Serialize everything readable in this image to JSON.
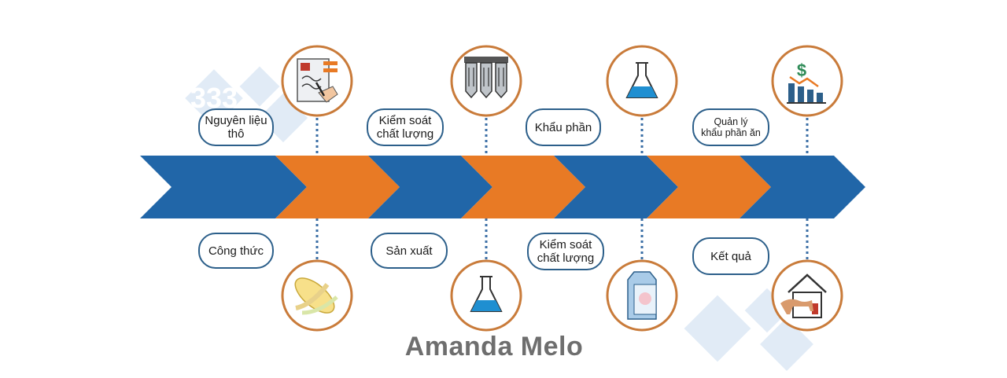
{
  "colors": {
    "blue": "#2166a8",
    "orange": "#e87a25",
    "ring": "#c97b3a",
    "pill_border": "#2c5f8a",
    "dots": "#3a6ea5"
  },
  "top_labels": [
    {
      "text": "Nguyên liệu\nthô",
      "icon": "raw-material-document-icon"
    },
    {
      "text": "Kiểm soát\nchất lượng",
      "icon": "silo-icon"
    },
    {
      "text": "Khẩu phần",
      "icon": "flask-icon"
    },
    {
      "text": "Quản lý\nkhẩu phần ăn",
      "icon": "finance-chart-icon"
    }
  ],
  "bottom_labels": [
    {
      "text": "Công thức",
      "icon": "corn-icon"
    },
    {
      "text": "Sản xuất",
      "icon": "flask-icon"
    },
    {
      "text": "Kiểm soát\nchất lượng",
      "icon": "milk-carton-icon"
    },
    {
      "text": "Kết quả",
      "icon": "farm-house-icon"
    }
  ],
  "author": "Amanda Melo",
  "watermark": "333"
}
